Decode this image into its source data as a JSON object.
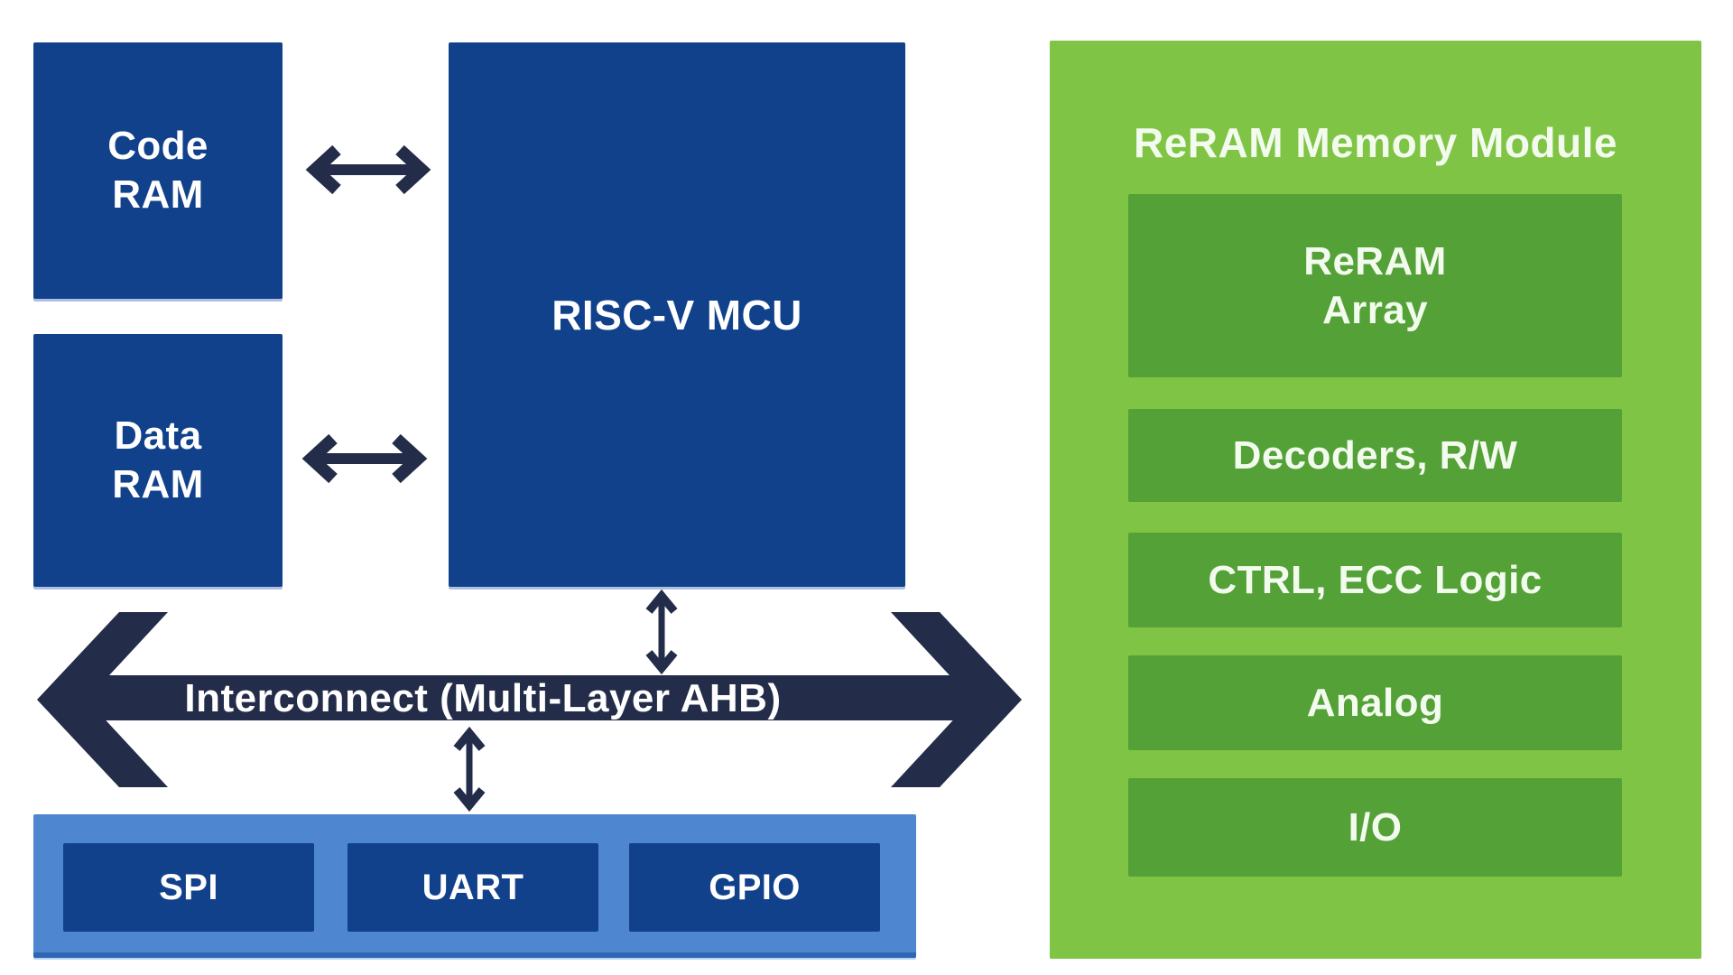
{
  "colors": {
    "dark_blue": "#12418C",
    "light_blue": "#4E86D0",
    "light_blue_border": "#2F67B2",
    "navy_arrow": "#232C49",
    "green_panel": "#80C445",
    "green_inner": "#53A137",
    "text_on_blue": "#FFFFFF",
    "text_on_green": "#F2FBEE"
  },
  "icons": {
    "bidirectional_horizontal_arrow": "↔",
    "bidirectional_vertical_arrow": "↕"
  },
  "soc": {
    "code_ram_label": "Code\nRAM",
    "data_ram_label": "Data\nRAM",
    "mcu_label": "RISC-V MCU",
    "interconnect_label": "Interconnect (Multi-Layer AHB)",
    "peripherals": [
      {
        "label": "SPI"
      },
      {
        "label": "UART"
      },
      {
        "label": "GPIO"
      }
    ]
  },
  "reram_module": {
    "title": "ReRAM Memory Module",
    "blocks": [
      {
        "label": "ReRAM\nArray"
      },
      {
        "label": "Decoders, R/W"
      },
      {
        "label": "CTRL, ECC Logic"
      },
      {
        "label": "Analog"
      },
      {
        "label": "I/O"
      }
    ]
  }
}
